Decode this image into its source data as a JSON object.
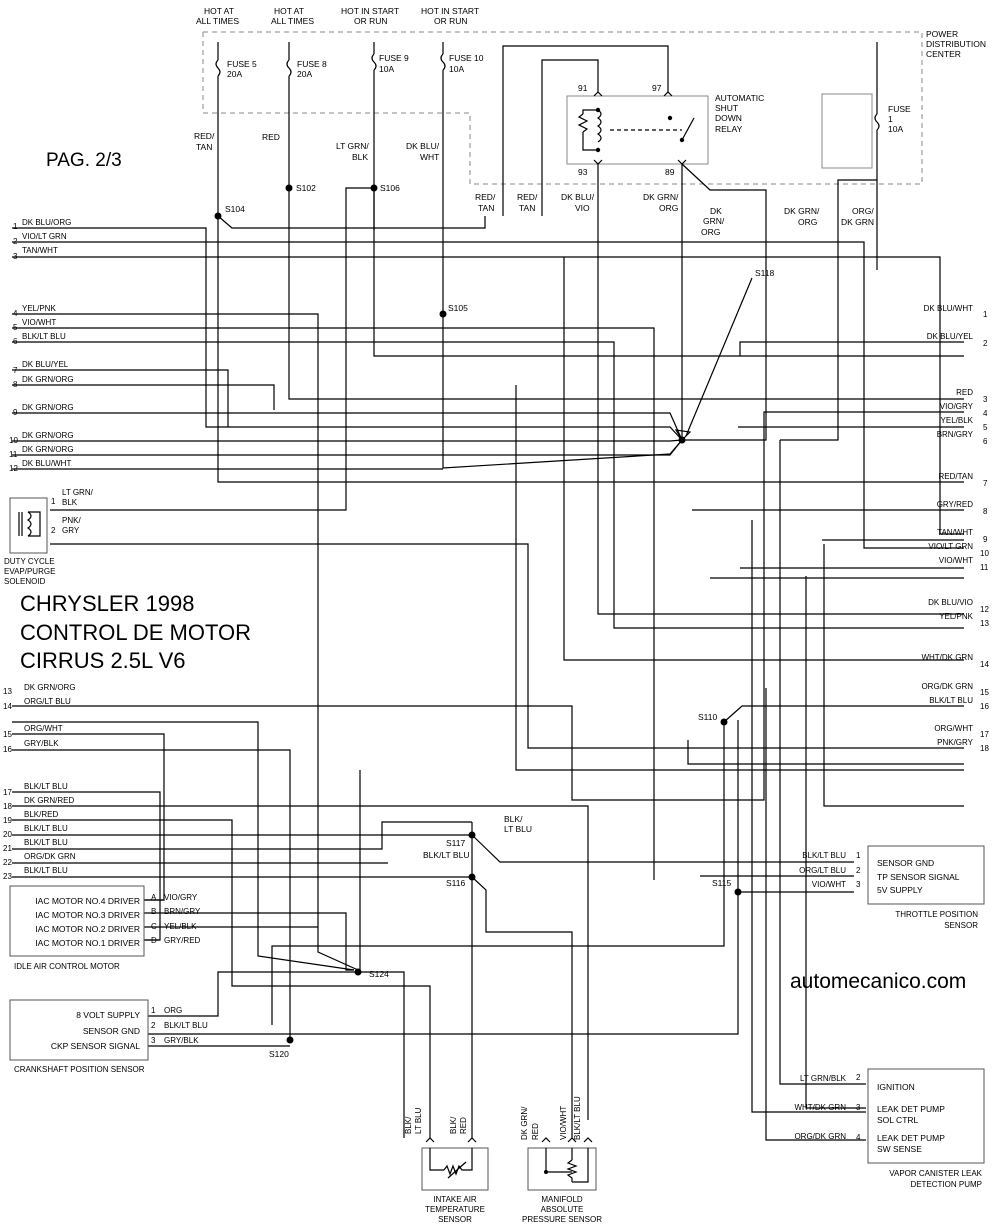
{
  "page_label": "PAG. 2/3",
  "title_lines": [
    "CHRYSLER 1998",
    "CONTROL DE MOTOR",
    "CIRRUS 2.5L V6"
  ],
  "website": "automecanico.com",
  "pdc": {
    "label_lines": [
      "POWER",
      "DISTRIBUTION",
      "CENTER"
    ],
    "feeds": [
      {
        "lines": [
          "HOT AT",
          "ALL TIMES"
        ],
        "fuse": [
          "FUSE 5",
          "20A"
        ],
        "wire": [
          "RED/",
          "TAN"
        ],
        "splice": "S104"
      },
      {
        "lines": [
          "HOT AT",
          "ALL TIMES"
        ],
        "fuse": [
          "FUSE 8",
          "20A"
        ],
        "wire": [
          "RED"
        ],
        "splice": "S102"
      },
      {
        "lines": [
          "HOT IN START",
          "OR RUN"
        ],
        "fuse": [
          "FUSE 9",
          "10A"
        ],
        "wire": [
          "LT GRN/",
          "BLK"
        ],
        "splice": "S106"
      },
      {
        "lines": [
          "HOT IN START",
          "OR RUN"
        ],
        "fuse": [
          "FUSE 10",
          "10A"
        ],
        "wire": [
          "DK BLU/",
          "WHT"
        ],
        "splice": "S105"
      }
    ],
    "relay": {
      "label_lines": [
        "AUTOMATIC",
        "SHUT",
        "DOWN",
        "RELAY"
      ],
      "pins": [
        "91",
        "97",
        "93",
        "89"
      ]
    },
    "fuse1": [
      "FUSE",
      "1",
      "10A"
    ],
    "relay_wires": [
      [
        "RED/",
        "TAN"
      ],
      [
        "RED/",
        "TAN"
      ],
      [
        "DK BLU/",
        "VIO"
      ],
      [
        "DK GRN/",
        "ORG"
      ],
      [
        "DK",
        "GRN/",
        "ORG"
      ],
      [
        "DK GRN/",
        "ORG"
      ],
      [
        "ORG/",
        "DK GRN"
      ]
    ]
  },
  "left_connector": [
    {
      "pin": "1",
      "wire": "DK BLU/ORG"
    },
    {
      "pin": "2",
      "wire": "VIO/LT GRN"
    },
    {
      "pin": "3",
      "wire": "TAN/WHT"
    },
    {
      "pin": "4",
      "wire": "YEL/PNK"
    },
    {
      "pin": "5",
      "wire": "VIO/WHT"
    },
    {
      "pin": "6",
      "wire": "BLK/LT BLU"
    },
    {
      "pin": "7",
      "wire": "DK BLU/YEL"
    },
    {
      "pin": "8",
      "wire": "DK GRN/ORG"
    },
    {
      "pin": "9",
      "wire": "DK GRN/ORG"
    },
    {
      "pin": "10",
      "wire": "DK GRN/ORG"
    },
    {
      "pin": "11",
      "wire": "DK GRN/ORG"
    },
    {
      "pin": "12",
      "wire": "DK BLU/WHT"
    },
    {
      "pin": "13",
      "wire": "DK GRN/ORG"
    },
    {
      "pin": "14",
      "wire": "ORG/LT BLU"
    },
    {
      "pin": "15",
      "wire": "ORG/WHT"
    },
    {
      "pin": "16",
      "wire": "GRY/BLK"
    },
    {
      "pin": "17",
      "wire": "BLK/LT BLU"
    },
    {
      "pin": "18",
      "wire": "DK GRN/RED"
    },
    {
      "pin": "19",
      "wire": "BLK/RED"
    },
    {
      "pin": "20",
      "wire": "BLK/LT BLU"
    },
    {
      "pin": "21",
      "wire": "BLK/LT BLU"
    },
    {
      "pin": "22",
      "wire": "ORG/DK GRN"
    },
    {
      "pin": "23",
      "wire": "BLK/LT BLU"
    }
  ],
  "right_connector": [
    {
      "pin": "1",
      "wire": "DK BLU/WHT"
    },
    {
      "pin": "2",
      "wire": "DK BLU/YEL"
    },
    {
      "pin": "3",
      "wire": "RED"
    },
    {
      "pin": "4",
      "wire": "VIO/GRY"
    },
    {
      "pin": "5",
      "wire": "YEL/BLK"
    },
    {
      "pin": "6",
      "wire": "BRN/GRY"
    },
    {
      "pin": "7",
      "wire": "RED/TAN"
    },
    {
      "pin": "8",
      "wire": "GRY/RED"
    },
    {
      "pin": "9",
      "wire": "TAN/WHT"
    },
    {
      "pin": "10",
      "wire": "VIO/LT GRN"
    },
    {
      "pin": "11",
      "wire": "VIO/WHT"
    },
    {
      "pin": "12",
      "wire": "DK BLU/VIO"
    },
    {
      "pin": "13",
      "wire": "YEL/PNK"
    },
    {
      "pin": "14",
      "wire": "WHT/DK GRN"
    },
    {
      "pin": "15",
      "wire": "ORG/DK GRN"
    },
    {
      "pin": "16",
      "wire": "BLK/LT BLU"
    },
    {
      "pin": "17",
      "wire": "ORG/WHT"
    },
    {
      "pin": "18",
      "wire": "PNK/GRY"
    }
  ],
  "splices": {
    "s105": "S105",
    "s118": "S118",
    "s110": "S110",
    "s117": "S117",
    "s116": "S116",
    "s115": "S115",
    "s124": "S124",
    "s120": "S120"
  },
  "splice_wires": {
    "s117_right": [
      "BLK/",
      "LT BLU"
    ],
    "s117_left": "BLK/LT BLU"
  },
  "evap_solenoid": {
    "name_lines": [
      "DUTY CYCLE",
      "EVAP/PURGE",
      "SOLENOID"
    ],
    "pins": [
      {
        "pin": "1",
        "wire": [
          "LT GRN/",
          "BLK"
        ]
      },
      {
        "pin": "2",
        "wire": [
          "PNK/",
          "GRY"
        ]
      }
    ]
  },
  "iac_motor": {
    "name": "IDLE AIR CONTROL MOTOR",
    "rows": [
      {
        "label": "IAC MOTOR NO.4 DRIVER",
        "pin": "A",
        "wire": "VIO/GRY"
      },
      {
        "label": "IAC MOTOR NO.3 DRIVER",
        "pin": "B",
        "wire": "BRN/GRY"
      },
      {
        "label": "IAC MOTOR NO.2 DRIVER",
        "pin": "C",
        "wire": "YEL/BLK"
      },
      {
        "label": "IAC MOTOR NO.1 DRIVER",
        "pin": "D",
        "wire": "GRY/RED"
      }
    ]
  },
  "ckp_sensor": {
    "name": "CRANKSHAFT POSITION SENSOR",
    "rows": [
      {
        "label": "8 VOLT SUPPLY",
        "pin": "1",
        "wire": "ORG"
      },
      {
        "label": "SENSOR GND",
        "pin": "2",
        "wire": "BLK/LT BLU"
      },
      {
        "label": "CKP SENSOR SIGNAL",
        "pin": "3",
        "wire": "GRY/BLK"
      }
    ]
  },
  "tp_sensor": {
    "name_lines": [
      "THROTTLE POSITION",
      "SENSOR"
    ],
    "rows": [
      {
        "label": "SENSOR GND",
        "pin": "1",
        "wire": "BLK/LT BLU"
      },
      {
        "label": "TP SENSOR SIGNAL",
        "pin": "2",
        "wire": "ORG/LT BLU"
      },
      {
        "label": "5V SUPPLY",
        "pin": "3",
        "wire": "VIO/WHT"
      }
    ]
  },
  "ldp": {
    "name_lines": [
      "VAPOR CANISTER LEAK",
      "DETECTION PUMP"
    ],
    "rows": [
      {
        "label_lines": [
          "IGNITION"
        ],
        "pin": "2",
        "wire": "LT GRN/BLK"
      },
      {
        "label_lines": [
          "LEAK DET PUMP",
          "SOL CTRL"
        ],
        "pin": "3",
        "wire": "WHT/DK GRN"
      },
      {
        "label_lines": [
          "LEAK DET PUMP",
          "SW SENSE"
        ],
        "pin": "4",
        "wire": "ORG/DK GRN"
      }
    ]
  },
  "iat_sensor": {
    "name_lines": [
      "INTAKE AIR",
      "TEMPERATURE",
      "SENSOR"
    ],
    "wires": [
      [
        "BLK/",
        "LT BLU"
      ],
      [
        "BLK/",
        "RED"
      ]
    ]
  },
  "map_sensor": {
    "name_lines": [
      "MANIFOLD",
      "ABSOLUTE",
      "PRESSURE SENSOR"
    ],
    "wires": [
      [
        "DK GRN/",
        "RED"
      ],
      [
        "VIO/WHT"
      ],
      [
        "BLK/LT BLU"
      ]
    ]
  }
}
